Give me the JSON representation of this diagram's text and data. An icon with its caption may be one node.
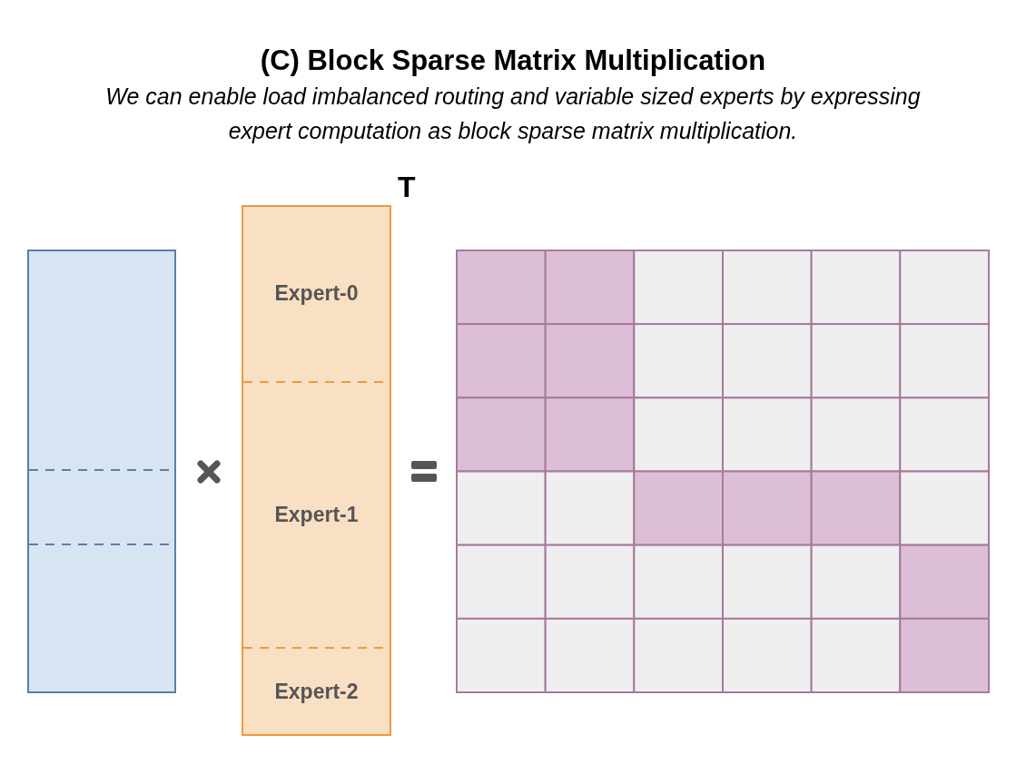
{
  "diagram": {
    "title": "(C) Block Sparse Matrix Multiplication",
    "caption": "We can enable load imbalanced routing and variable sized experts by expressing expert computation as block sparse matrix multiplication.",
    "nodes": [
      {
        "text": [],
        "shape": "box"
      },
      {
        "text": [],
        "shape": "box",
        "beside": [
          "T"
        ]
      },
      {
        "text": [
          "Expert-0"
        ],
        "in": 1
      },
      {
        "text": [
          "Expert-1"
        ],
        "in": 1
      },
      {
        "text": [
          "Expert-2"
        ],
        "in": 1
      },
      {
        "text": [],
        "shape": "box"
      }
    ],
    "edges": []
  }
}
